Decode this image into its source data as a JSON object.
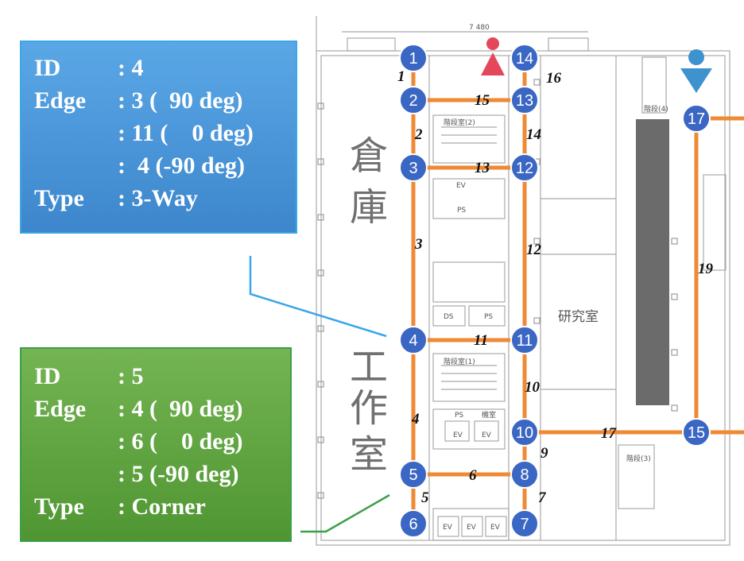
{
  "floor_plan": {
    "room_labels": {
      "warehouse": "倉庫",
      "workshop": "工作室",
      "lab": "研究室"
    },
    "plan_labels": [
      "EV",
      "EV",
      "EV",
      "EV",
      "EV",
      "EV",
      "PS",
      "PS",
      "PS",
      "DS",
      "機室",
      "階段室(2)",
      "階段室(1)",
      "階段(3)",
      "階段(4)",
      "7 480"
    ]
  },
  "graph": {
    "nodes": [
      "1",
      "2",
      "3",
      "4",
      "5",
      "6",
      "7",
      "8",
      "10",
      "11",
      "12",
      "13",
      "14",
      "15",
      "17"
    ],
    "edges": [
      {
        "label": "1"
      },
      {
        "label": "2"
      },
      {
        "label": "3"
      },
      {
        "label": "4"
      },
      {
        "label": "5"
      },
      {
        "label": "6"
      },
      {
        "label": "7"
      },
      {
        "label": "9"
      },
      {
        "label": "10"
      },
      {
        "label": "11"
      },
      {
        "label": "12"
      },
      {
        "label": "13"
      },
      {
        "label": "14"
      },
      {
        "label": "15"
      },
      {
        "label": "16"
      },
      {
        "label": "17"
      },
      {
        "label": "19"
      }
    ],
    "colors": {
      "edge": "#ef8a34",
      "node": "#3a66c4",
      "node_stroke": "#ffffff",
      "blue_callout": "#3aa7e8",
      "green_callout": "#3aa04a"
    }
  },
  "info_boxes": {
    "blue": {
      "id_key": "ID",
      "id_val": ": 4",
      "edge_key": "Edge",
      "edges": [
        ": 3 (  90 deg)",
        ": 11 (    0 deg)",
        ":  4 (-90 deg)"
      ],
      "type_key": "Type",
      "type_val": ": 3-Way"
    },
    "green": {
      "id_key": "ID",
      "id_val": ": 5",
      "edge_key": "Edge",
      "edges": [
        ": 4 (  90 deg)",
        ": 6 (    0 deg)",
        ": 5 (-90 deg)"
      ],
      "type_key": "Type",
      "type_val": ": Corner"
    }
  }
}
